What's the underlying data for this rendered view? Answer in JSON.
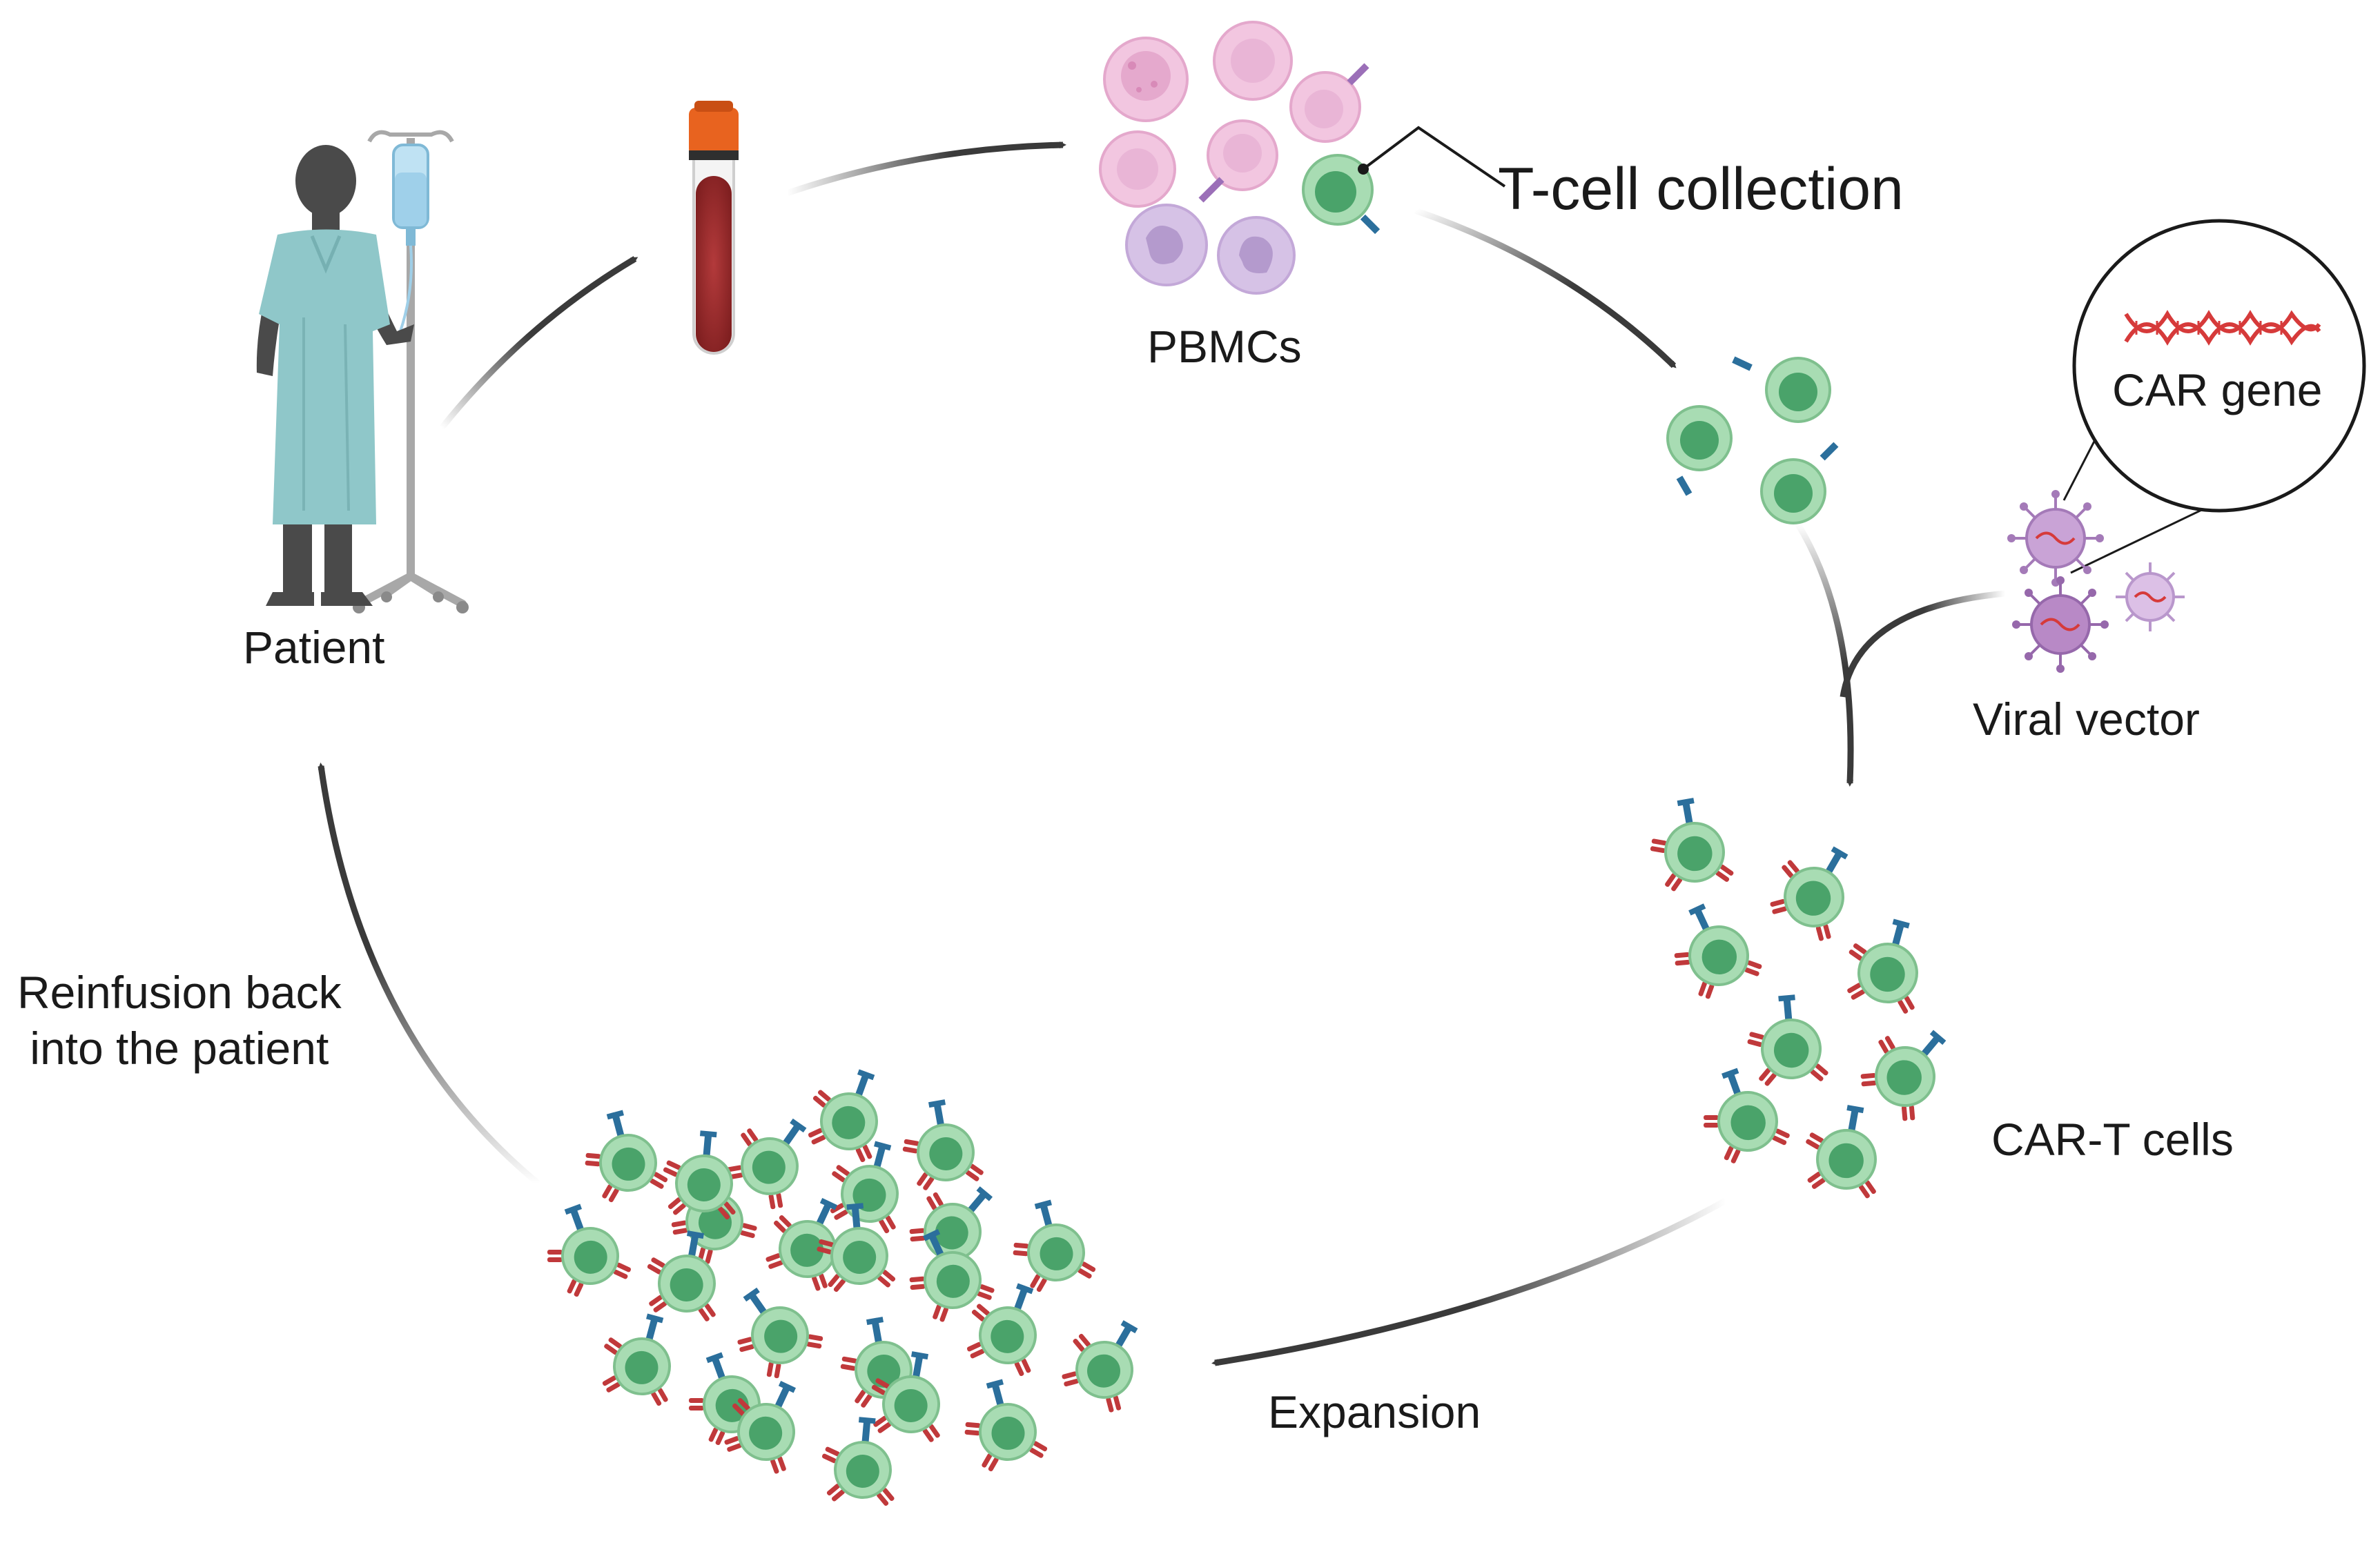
{
  "labels": {
    "patient": "Patient",
    "pbmcs": "PBMCs",
    "tcell_collection": "T-cell collection",
    "car_gene": "CAR gene",
    "viral_vector": "Viral vector",
    "cart_cells": "CAR-T cells",
    "expansion": "Expansion",
    "reinfusion": "Reinfusion back\ninto the patient"
  },
  "colors": {
    "tcell_fill": "#a8dcb3",
    "tcell_core": "#4aa36a",
    "receptor_blue": "#2b6f9c",
    "car_red": "#c0393b",
    "blood": "#9e2a2b",
    "cap": "#e8631f",
    "gown": "#8fc7c9",
    "skin": "#4a4a4a",
    "virus": "#b889c6",
    "dna_red": "#d63a3a",
    "arrow": "#3a3a3a",
    "pink_cell": "#f2c6e0",
    "purple_cell": "#d6c2e6"
  },
  "icons": [
    "patient-figure-icon",
    "iv-drip-icon",
    "blood-tube-icon",
    "dna-icon",
    "virus-icon"
  ]
}
